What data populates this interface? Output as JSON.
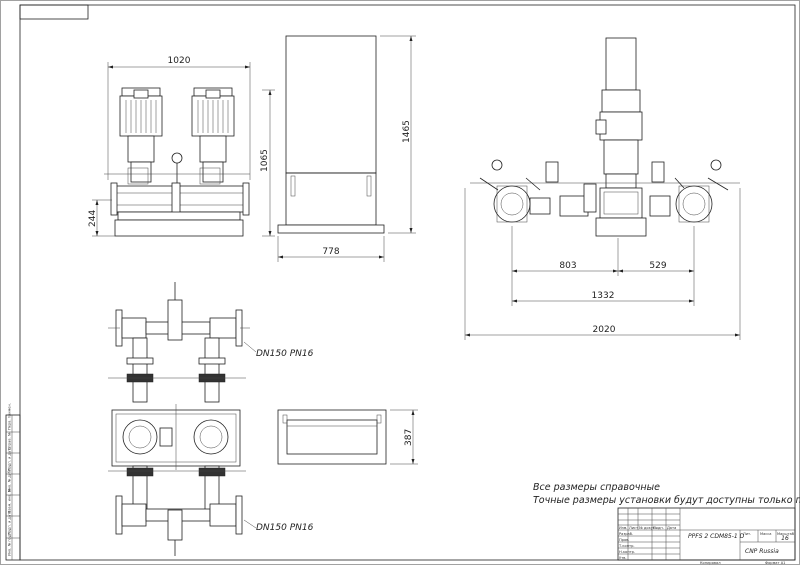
{
  "dimensions": {
    "front_width": "1020",
    "front_height": "1065",
    "front_base_height": "244",
    "side_height": "1465",
    "side_width": "778",
    "top_depth": "387",
    "plan_left": "803",
    "plan_right": "529",
    "plan_total": "1332",
    "plan_overall": "2020"
  },
  "labels": {
    "flange_top": "DN150 PN16",
    "flange_bottom": "DN150 PN16"
  },
  "notes": {
    "line1": "Все размеры справочные",
    "line2": "Точные размеры установки будут доступны только после сборки"
  },
  "title_block": {
    "designation": "PPFS 2 CDM85-1 D",
    "company": "CNP Russia",
    "sheet_number": "16",
    "col_lit": "Лит.",
    "col_mass": "Масса",
    "col_scale": "Масштаб",
    "format": "Формат А1",
    "copied": "Копировал",
    "row_headers": [
      "Изм.",
      "Лист",
      "№ докум.",
      "Подп.",
      "Дата"
    ],
    "roles": [
      "Разраб.",
      "Пров.",
      "Т.контр.",
      "Н.контр.",
      "Утв."
    ]
  },
  "side_strip": [
    "Инв. № подл.",
    "Подп. и дата",
    "Взам. инв. №",
    "Инв. № дубл.",
    "Подп. и дата",
    "Справ. №",
    "Перв. примен."
  ]
}
